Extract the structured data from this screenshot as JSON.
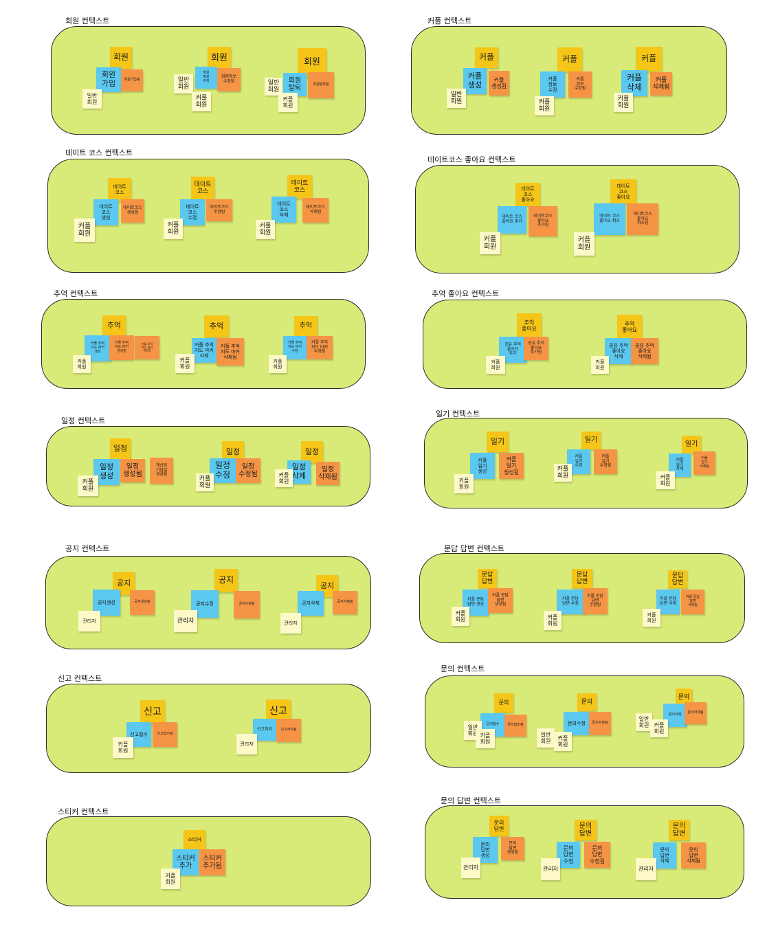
{
  "colors": {
    "context_fill": "#d8eb78",
    "context_border": "#2a2a2a",
    "aggregate": "#f5c518",
    "command": "#5bc8ef",
    "event": "#f59445",
    "actor": "#fdf9c8"
  },
  "contexts": [
    {
      "id": "member",
      "title": "회원 컨텍스트"
    },
    {
      "id": "couple",
      "title": "커플 컨텍스트"
    },
    {
      "id": "datecourse",
      "title": "데이트 코스 컨텍스트"
    },
    {
      "id": "datecourse-like",
      "title": "데이트코스 좋아요 컨텍스트"
    },
    {
      "id": "memory",
      "title": "추억 컨텍스트"
    },
    {
      "id": "memory-like",
      "title": "추억 좋아요 컨텍스트"
    },
    {
      "id": "schedule",
      "title": "일정 컨텍스트"
    },
    {
      "id": "diary",
      "title": "일기 컨텍스트"
    },
    {
      "id": "notice",
      "title": "공지 컨텍스트"
    },
    {
      "id": "qa-answer",
      "title": "문답 답변 컨텍스트"
    },
    {
      "id": "report",
      "title": "신고 컨텍스트"
    },
    {
      "id": "inquiry",
      "title": "문의 컨텍스트"
    },
    {
      "id": "sticker",
      "title": "스티커 컨텍스트"
    },
    {
      "id": "inquiry-answer",
      "title": "문의 답변 컨텍스트"
    }
  ],
  "notes": [
    "회원",
    "회원\n가입",
    "회원가입됨",
    "일반\n회원",
    "회원",
    "일반\n회원",
    "회원\n정보\n수정",
    "회원정보\n수정됨",
    "커플\n회원",
    "회원",
    "일반\n회원",
    "회원\n탈퇴",
    "회원탈퇴됨",
    "커플\n회원",
    "커플",
    "커플\n생성",
    "커플\n생성됨",
    "일반\n회원",
    "커플",
    "커플\n정보\n수정",
    "커플\n정보\n수정됨",
    "커플\n회원",
    "커플",
    "커플\n삭제",
    "커플\n삭제됨",
    "커플\n회원",
    "데이트\n코스",
    "데이트\n코스\n생성",
    "데이트코스\n생성됨",
    "커플\n회원",
    "데이트\n코스",
    "데이트\n코스\n수정",
    "데이트코스\n수정됨",
    "커플\n회원",
    "데이트\n코스",
    "데이트\n코스\n삭제",
    "데이트코스\n삭제됨",
    "커플\n회원",
    "데이트\n코스\n좋아요",
    "데이트 코스\n좋아요 추가",
    "데이트코스\n좋아요\n추가됨",
    "커플\n회원",
    "데이트\n코스\n좋아요",
    "데이트 코스\n좋아요 취소",
    "데이트코스\n좋아요\n취소됨",
    "커플\n회원",
    "추억",
    "커플 추억\n지도 마커\n생성",
    "커플 추억\n지도 마커\n생성됨",
    "커플 추억\n지도 마커\n생성됨",
    "커플\n회원",
    "추억",
    "커플 추억\n지도 마커\n삭제",
    "커플 추억\n지도 마커\n삭제됨",
    "커플\n회원",
    "추억",
    "커플 추억\n지도 마커\n수정",
    "커플 추억\n지도 마커\n수정됨",
    "커플\n회원",
    "추억\n좋아요",
    "공유 추억\n좋아요\n추가",
    "공유 추억\n좋아요\n추가됨",
    "커플\n회원",
    "추억\n좋아요",
    "공유 추억\n좋아요\n삭제",
    "공유 추억\n좋아요\n삭제됨",
    "커플\n회원",
    "일정",
    "일정\n생성",
    "일정\n생성됨",
    "계산된\n기념일\n생성됨",
    "커플\n회원",
    "일정",
    "일정\n수정",
    "일정\n수정됨",
    "커플\n회원",
    "일정",
    "일정\n삭제",
    "일정\n삭제됨",
    "커플\n회원",
    "일기",
    "커플\n일기\n생성",
    "커플\n일기\n생성됨",
    "커플\n회원",
    "일기",
    "커플\n일기\n수정",
    "커플\n일기\n수정됨",
    "커플\n회원",
    "일기",
    "커플\n일기\n삭제",
    "커플\n일기\n삭제됨",
    "커플\n회원",
    "공지",
    "공지생성",
    "공지생성됨",
    "관리자",
    "공지",
    "공지수정",
    "공지수정됨",
    "관리자",
    "공지",
    "공지삭제",
    "공지삭제됨",
    "관리자",
    "문답\n답변",
    "커플 문답\n답변 생성",
    "커플 문답\n답변\n생성됨",
    "커플\n회원",
    "문답\n답변",
    "커플 문답\n답변 수정",
    "커플 문답\n답변\n수정됨",
    "커플\n회원",
    "문답\n답변",
    "커플 문답\n답변 삭제",
    "커플 문답\n답변\n삭제됨",
    "커플\n회원",
    "신고",
    "신고접수",
    "신고접수됨",
    "커플\n회원",
    "신고",
    "신고처리",
    "신고처리됨",
    "관리자",
    "문의",
    "문의접수",
    "문의접수됨",
    "일반\n회원",
    "커플\n회원",
    "문의",
    "문의수정",
    "문의수정됨",
    "일반\n회원",
    "커플\n회원",
    "문의",
    "문의삭제",
    "문의삭제됨",
    "일반\n회원",
    "커플\n회원",
    "스티커",
    "스티커\n추가",
    "스티커\n추가됨",
    "커플\n회원",
    "문의\n답변",
    "문의\n답변\n생성",
    "문의\n답변\n생성됨",
    "관리자",
    "문의\n답변",
    "문의\n답변\n수정",
    "문의\n답변\n수정됨",
    "관리자",
    "문의\n답변",
    "문의\n답변\n삭제",
    "문의\n답변\n삭제됨",
    "관리자"
  ]
}
